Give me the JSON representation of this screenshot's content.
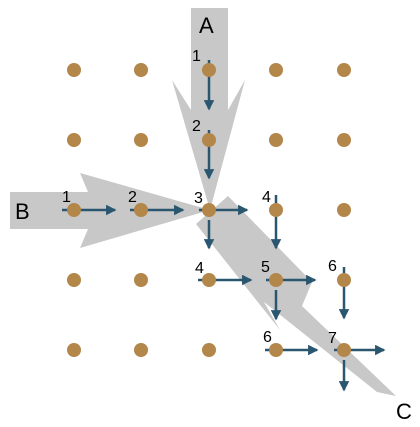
{
  "diagram": {
    "labels": {
      "a": "A",
      "b": "B",
      "c": "C"
    },
    "step_labels": {
      "a1": "1",
      "a2": "2",
      "b1": "1",
      "b2": "2",
      "center3": "3",
      "r4": "4",
      "d4": "4",
      "center5": "5",
      "r6": "6",
      "l6": "6",
      "center7": "7"
    },
    "colors": {
      "node": "#b3864a",
      "arrow": "#2b5670",
      "flow": "#c8c8c8",
      "background": "#ffffff"
    }
  }
}
